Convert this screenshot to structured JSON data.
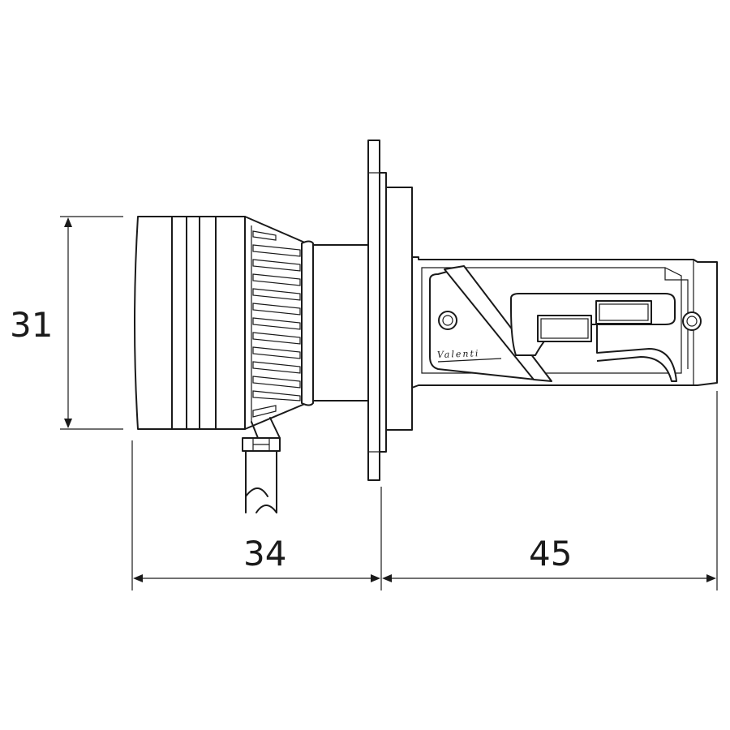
{
  "drawing": {
    "brand": "Valenti",
    "dimensions": {
      "height": "31",
      "head_length": "34",
      "body_length": "45"
    }
  }
}
